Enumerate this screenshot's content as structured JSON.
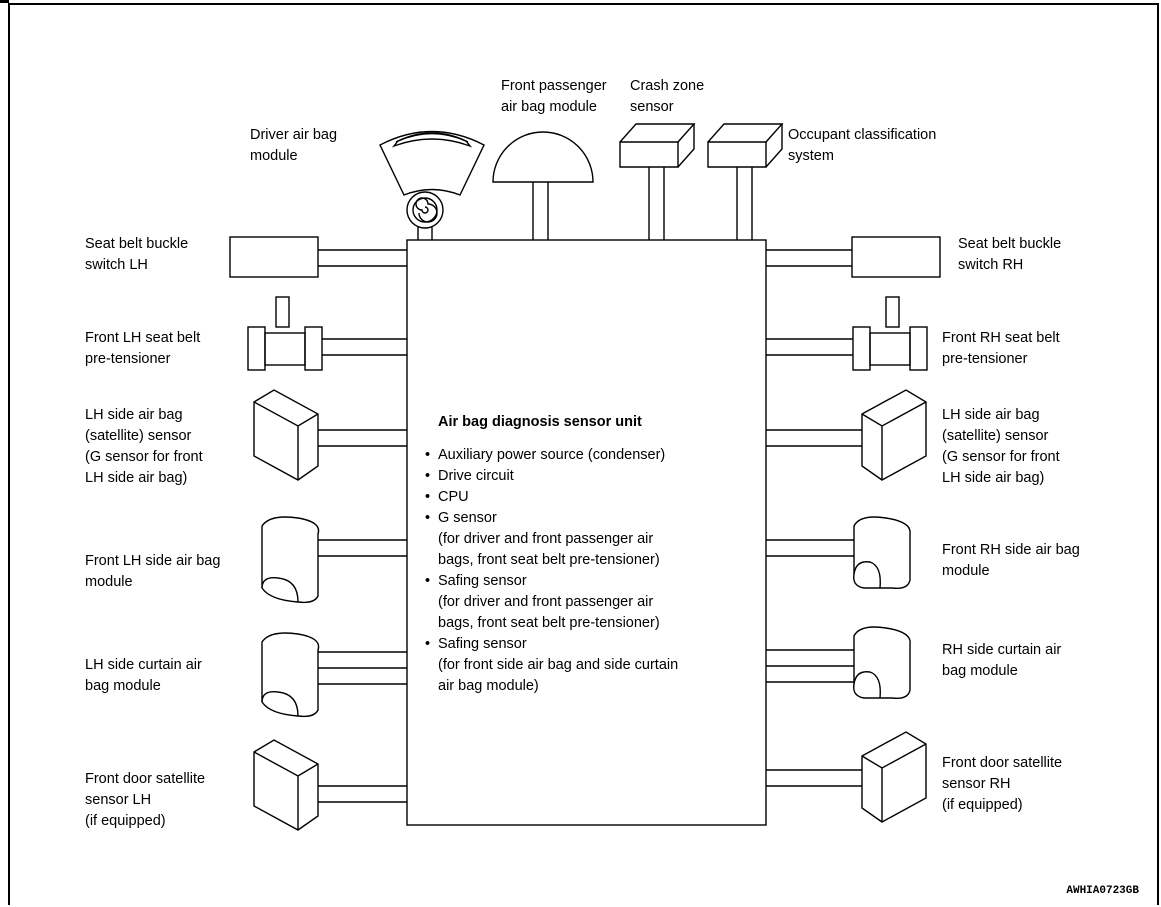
{
  "labels": {
    "driver": "Driver air bag\nmodule",
    "passenger": "Front passenger\nair bag module",
    "crash": "Crash zone\nsensor",
    "occupant": "Occupant classification\nsystem",
    "buckle_lh": "Seat belt buckle\nswitch LH",
    "buckle_rh": "Seat belt buckle\nswitch RH",
    "pretensioner_lh": "Front LH seat belt\npre-tensioner",
    "pretensioner_rh": "Front RH seat belt\npre-tensioner",
    "side_sat_left": "LH side air bag\n(satellite) sensor\n(G sensor for front\nLH side air bag)",
    "side_sat_right": "LH side air bag\n(satellite) sensor\n(G sensor for front\nLH side air bag)",
    "side_module_lh": "Front LH side air bag\nmodule",
    "side_module_rh": "Front RH side air bag\nmodule",
    "curtain_lh": "LH side curtain air\nbag module",
    "curtain_rh": "RH side curtain air\nbag module",
    "door_lh": "Front door satellite\nsensor LH\n(if equipped)",
    "door_rh": "Front door satellite\nsensor RH\n(if equipped)"
  },
  "ecu": {
    "title": "Air bag diagnosis sensor unit",
    "items": [
      "Auxiliary power source (condenser)",
      "Drive circuit",
      "CPU",
      "G sensor\n(for driver and front passenger air\nbags, front seat belt pre-tensioner)",
      "Safing sensor\n(for driver and front passenger air\nbags, front seat belt pre-tensioner)",
      "Safing sensor\n(for front side air bag and side curtain\nair bag module)"
    ]
  },
  "figure_code": "AWHIA0723GB"
}
